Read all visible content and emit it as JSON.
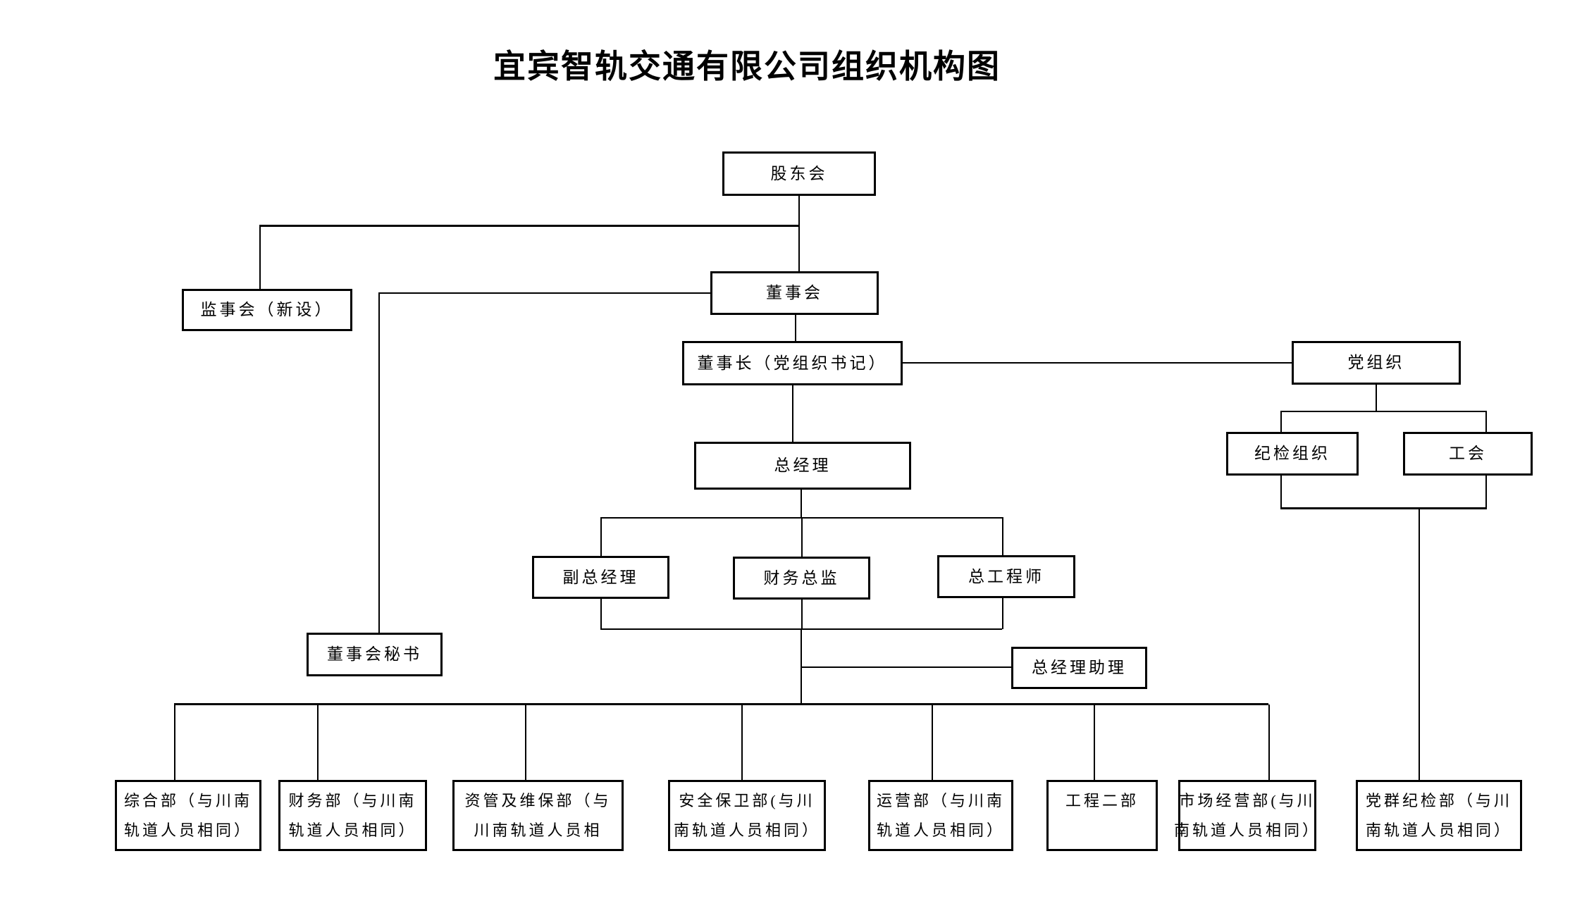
{
  "title": "宜宾智轨交通有限公司组织机构图",
  "colors": {
    "background": "#ffffff",
    "line": "#000000",
    "text": "#000000"
  },
  "nodes": {
    "shareholders_meeting": {
      "label": "股东会"
    },
    "supervisory_board": {
      "label": "监事会（新设）"
    },
    "board_of_directors": {
      "label": "董事会"
    },
    "chairman": {
      "label": "董事长（党组织书记）"
    },
    "party_organization": {
      "label": "党组织"
    },
    "discipline_inspection_org": {
      "label": "纪检组织"
    },
    "labor_union": {
      "label": "工会"
    },
    "general_manager": {
      "label": "总经理"
    },
    "deputy_general_manager": {
      "label": "副总经理"
    },
    "finance_director": {
      "label": "财务总监"
    },
    "chief_engineer": {
      "label": "总工程师"
    },
    "board_secretary": {
      "label": "董事会秘书"
    },
    "gm_assistant": {
      "label": "总经理助理"
    },
    "dept_general": {
      "line1": "综合部（与川南",
      "line2": "轨道人员相同）"
    },
    "dept_finance": {
      "line1": "财务部（与川南",
      "line2": "轨道人员相同）"
    },
    "dept_asset_maintenance": {
      "line1": "资管及维保部（与",
      "line2": "川南轨道人员相"
    },
    "dept_security": {
      "line1": "安全保卫部(与川",
      "line2": "南轨道人员相同）"
    },
    "dept_operations": {
      "line1": "运营部（与川南",
      "line2": "轨道人员相同）"
    },
    "dept_engineering_2": {
      "line1": "工程二部",
      "line2": ""
    },
    "dept_marketing": {
      "line1": "市场经营部(与川",
      "line2": "南轨道人员相同）"
    },
    "dept_party_discipline": {
      "line1": "党群纪检部（与川",
      "line2": "南轨道人员相同）"
    }
  }
}
